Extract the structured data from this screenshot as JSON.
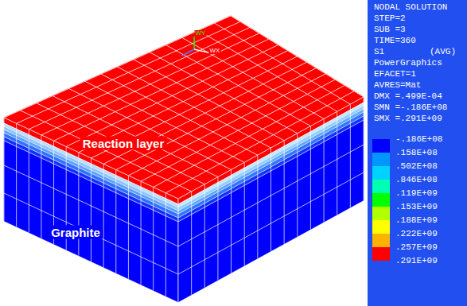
{
  "diagram": {
    "labels": [
      "Reaction layer",
      "Graphite",
      "WY",
      "WX",
      "NODAL SOLUTION",
      "STEP=2",
      "SUB =3",
      "TIME=360",
      "S1",
      "(AVG)",
      "PowerGraphics",
      "EFACET=1",
      "AVRES=Mat",
      "DMX =.499E-04",
      "SMN =-.186E+08",
      "SMX =.291E+09",
      ".291E+09"
    ],
    "legend": [
      {
        "text": "-.186E+08",
        "color": "#0000ff"
      },
      {
        "text": ".158E+08",
        "color": "#0096ff"
      },
      {
        "text": ".502E+08",
        "color": "#00d2ff"
      },
      {
        "text": ".846E+08",
        "color": "#00ffb2"
      },
      {
        "text": ".119E+09",
        "color": "#00ff00"
      },
      {
        "text": ".153E+09",
        "color": "#b2ff00"
      },
      {
        "text": ".188E+09",
        "color": "#ffff00"
      },
      {
        "text": ".222E+09",
        "color": "#ffb200"
      },
      {
        "text": ".257E+09",
        "color": "#ff0000"
      }
    ]
  }
}
